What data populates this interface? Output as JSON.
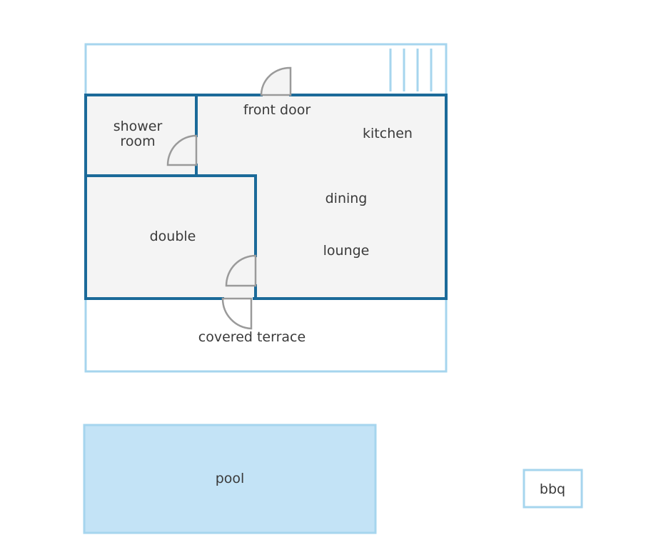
{
  "rooms": {
    "front_door": "front door",
    "kitchen": "kitchen",
    "shower_room_line1": "shower",
    "shower_room_line2": "room",
    "dining": "dining",
    "double": "double",
    "lounge": "lounge",
    "covered_terrace": "covered terrace",
    "pool": "pool",
    "bbq": "bbq"
  },
  "colors": {
    "wall": "#1b6a99",
    "outline_light": "#a6d5ee",
    "interior_fill": "#f4f4f4",
    "pool_fill": "#c3e3f6",
    "door": "#9a9a9a",
    "text": "#3a3a3a"
  }
}
